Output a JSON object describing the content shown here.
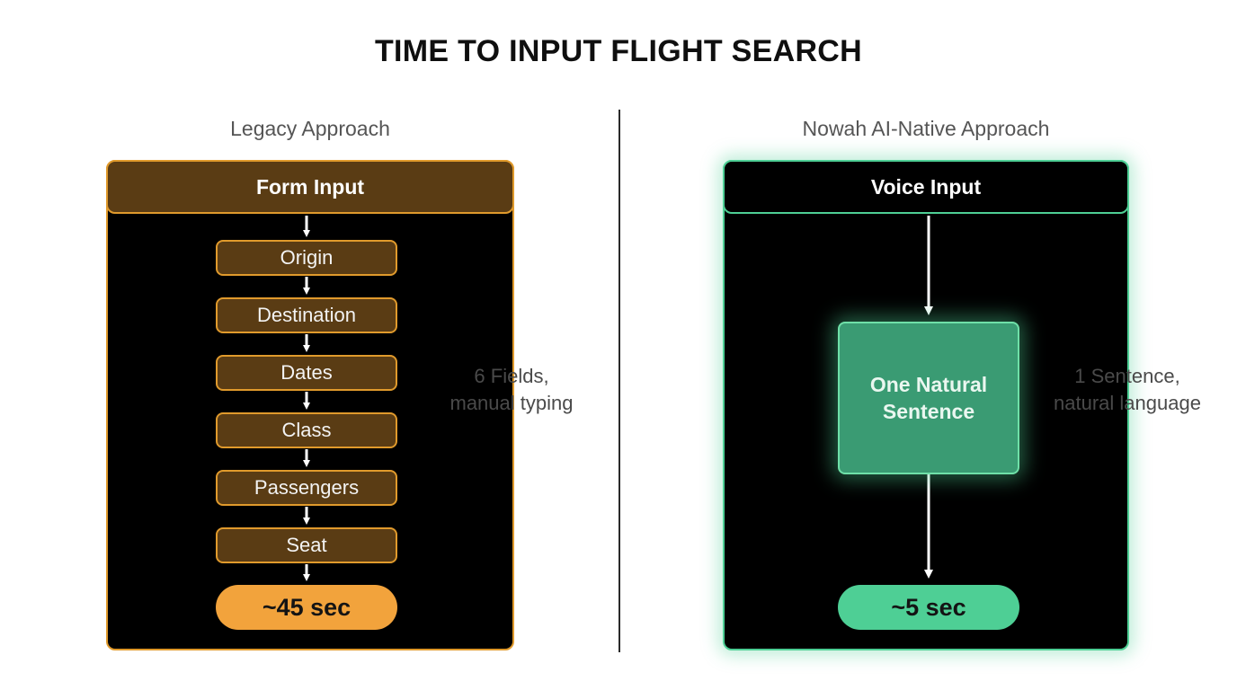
{
  "title": "TIME TO INPUT FLIGHT SEARCH",
  "legacy": {
    "heading": "Legacy Approach",
    "header": "Form Input",
    "fields": [
      "Origin",
      "Destination",
      "Dates",
      "Class",
      "Passengers",
      "Seat"
    ],
    "result": "~45 sec",
    "note_line1": "6 Fields,",
    "note_line2": "manual typing",
    "accent_color": "#f2a33c"
  },
  "native": {
    "heading": "Nowah AI-Native Approach",
    "header": "Voice Input",
    "box": "One Natural Sentence",
    "result": "~5 sec",
    "note_line1": "1 Sentence,",
    "note_line2": "natural language",
    "accent_color": "#4ecf95"
  }
}
